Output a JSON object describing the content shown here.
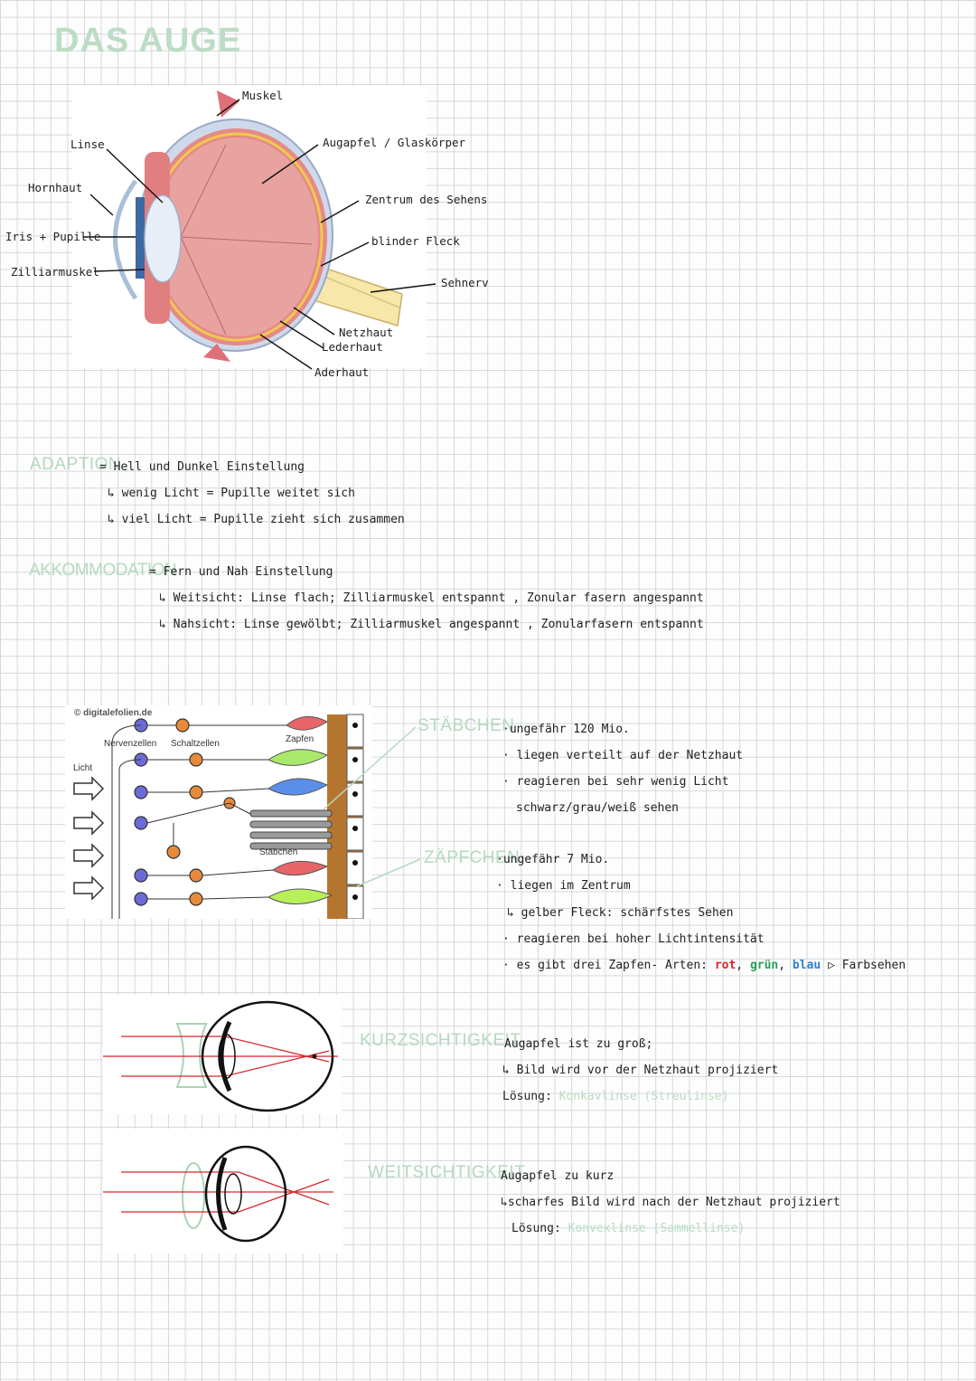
{
  "title": "DAS AUGE",
  "eye_labels": {
    "muskel": "Muskel",
    "linse": "Linse",
    "augapfel": "Augapfel / Glaskörper",
    "hornhaut": "Hornhaut",
    "zentrum": "Zentrum  des  Sehens",
    "iris": "Iris + Pupille",
    "blinder": "blinder   Fleck",
    "zilliar": "Zilliarmuskel",
    "sehnerv": "Sehnerv",
    "netzhaut": "Netzhaut",
    "lederhaut": "Lederhaut",
    "aderhaut": "Aderhaut"
  },
  "adaption": {
    "heading": "ADAPTION",
    "def": "= Hell und Dunkel Einstellung",
    "line1": "↳ wenig  Licht = Pupille   weitet sich",
    "line2": "↳ viel  Licht = Pupille   zieht sich zusammen"
  },
  "akkommodation": {
    "heading": "AKKOMMODATION",
    "def": "= Fern  und  Nah  Einstellung",
    "line1": "↳ Weitsicht: Linse  flach;  Zilliarmuskel entspannt , Zonular fasern  angespannt",
    "line2": "↳ Nahsicht: Linse   gewölbt; Zilliarmuskel angespannt , Zonularfasern entspannt"
  },
  "retina_figure": {
    "credit": "© digitalefolien.de",
    "nervenzellen": "Nervenzellen",
    "schaltzellen": "Schaltzellen",
    "zapfen": "Zapfen",
    "licht": "Licht",
    "staebchen": "Stäbchen"
  },
  "staebchen": {
    "heading": "STÄBCHEN",
    "l1": "·ungefähr  120 Mio.",
    "l2": "· liegen  verteilt auf  der  Netzhaut",
    "l3": "· reagieren  bei  sehr  wenig  Licht",
    "l4": "schwarz/grau/weiß  sehen"
  },
  "zaepfchen": {
    "heading": "ZÄPFCHEN",
    "l1": "·ungefähr  7  Mio.",
    "l2": "· liegen   im  Zentrum",
    "l3": "↳ gelber  Fleck: schärfstes  Sehen",
    "l4": "· reagieren   bei hoher  Lichtintensität",
    "l5_prefix": "· es  gibt  drei  Zapfen- Arten:",
    "rot": "rot",
    "gruen": "grün",
    "blau": "blau",
    "l5_suffix": "▷ Farbsehen"
  },
  "kurzsichtigkeit": {
    "heading": "KURZSICHTIGKEIT",
    "l1": "Augapfel  ist  zu groß;",
    "l2": "↳ Bild  wird  vor der  Netzhaut  projiziert",
    "loesung_label": "Lösung:",
    "loesung": "Konkavlinse (Streulinse)"
  },
  "weitsichtigkeit": {
    "heading": "WEITSICHTIGKEIT",
    "l1": "Augapfel  zu  kurz",
    "l2": "↳scharfes  Bild  wird  nach  der  Netzhaut  projiziert",
    "loesung_label": "Lösung:",
    "loesung": "Konvexlinse (Sammellinse)"
  },
  "colors": {
    "heading_green": "#b5d9bf",
    "red": "#d8262c",
    "green": "#22a055",
    "blue": "#2d7fd6"
  }
}
